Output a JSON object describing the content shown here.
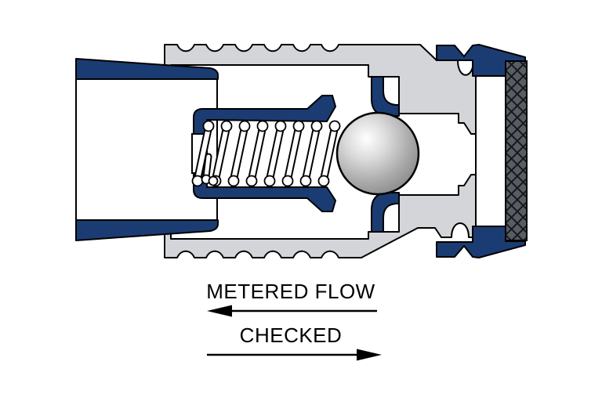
{
  "diagram": {
    "annotations": [
      {
        "label": "METERED FLOW",
        "direction": "left"
      },
      {
        "label": "CHECKED",
        "direction": "right"
      }
    ],
    "colors": {
      "navy": "#1b3c72",
      "body": "#d3d5d9",
      "knurl": "#585d64",
      "white": "#ffffff",
      "outline": "#000000",
      "label_text": "#000000"
    }
  }
}
